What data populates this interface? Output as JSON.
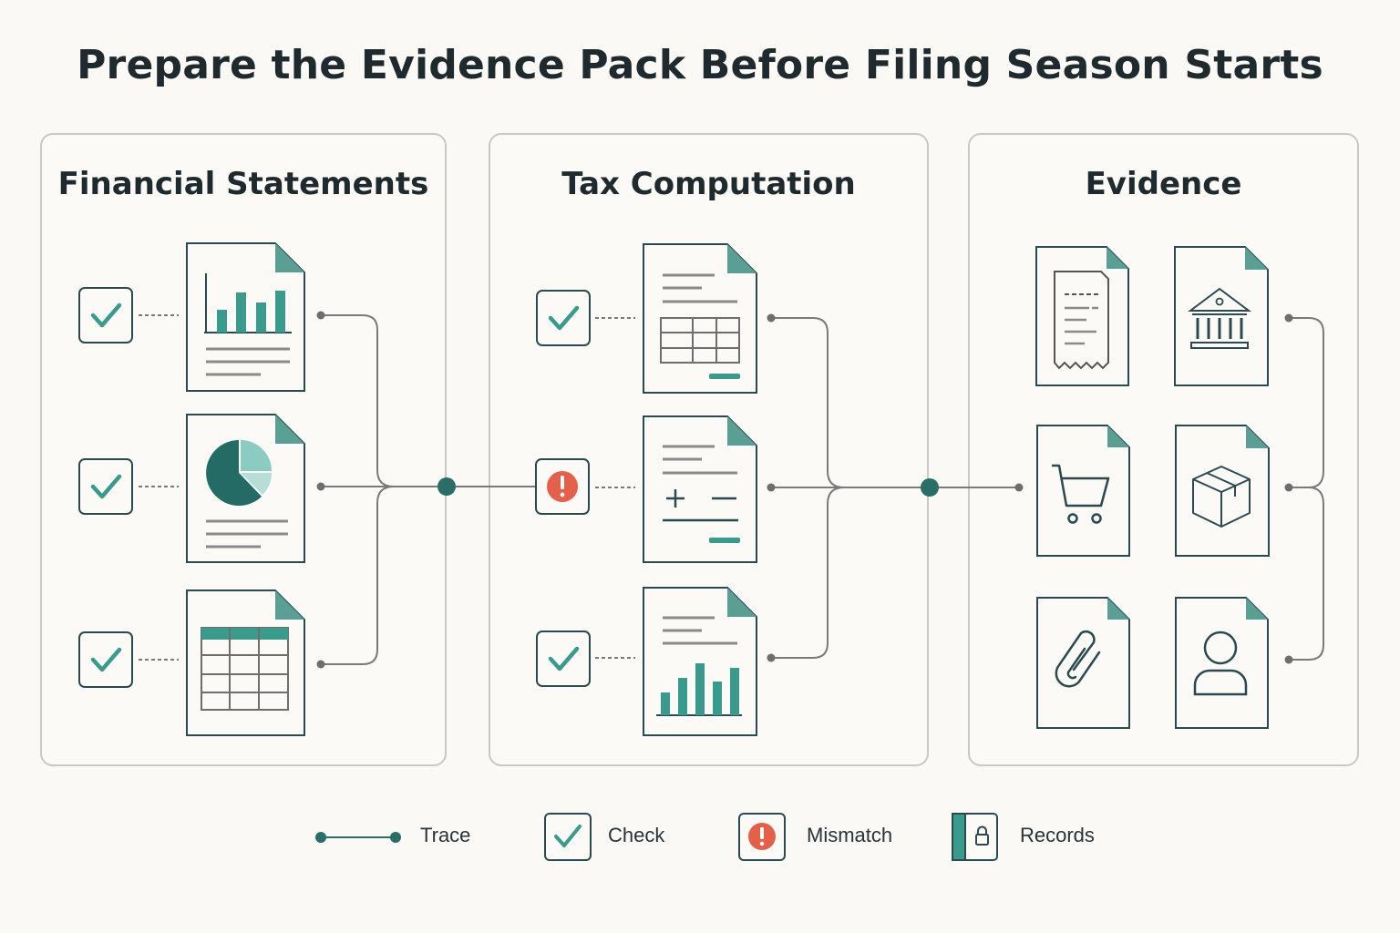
{
  "title": "Prepare the Evidence Pack Before Filing Season Starts",
  "colors": {
    "teal": "#3a9a8c",
    "dark_teal": "#236b64",
    "light_teal": "#8ccbc1",
    "outline": "#2b4a4f",
    "mismatch": "#e5604a",
    "connector": "#7a7a7a",
    "node": "#2a6e67"
  },
  "panels": {
    "financial_statements": {
      "title": "Financial Statements",
      "items": [
        {
          "status": "check",
          "doc_icon": "bar-chart-icon"
        },
        {
          "status": "check",
          "doc_icon": "pie-chart-icon"
        },
        {
          "status": "check",
          "doc_icon": "spreadsheet-icon"
        }
      ]
    },
    "tax_computation": {
      "title": "Tax Computation",
      "items": [
        {
          "status": "check",
          "doc_icon": "table-icon"
        },
        {
          "status": "mismatch",
          "doc_icon": "plus-minus-icon"
        },
        {
          "status": "check",
          "doc_icon": "bar-chart-icon"
        }
      ]
    },
    "evidence": {
      "title": "Evidence",
      "items": [
        {
          "doc_icon": "receipt-icon"
        },
        {
          "doc_icon": "bank-icon"
        },
        {
          "doc_icon": "shopping-cart-icon"
        },
        {
          "doc_icon": "package-icon"
        },
        {
          "doc_icon": "paperclip-icon"
        },
        {
          "doc_icon": "person-icon"
        }
      ]
    }
  },
  "legend": {
    "trace": "Trace",
    "check": "Check",
    "mismatch": "Mismatch",
    "records": "Records"
  }
}
